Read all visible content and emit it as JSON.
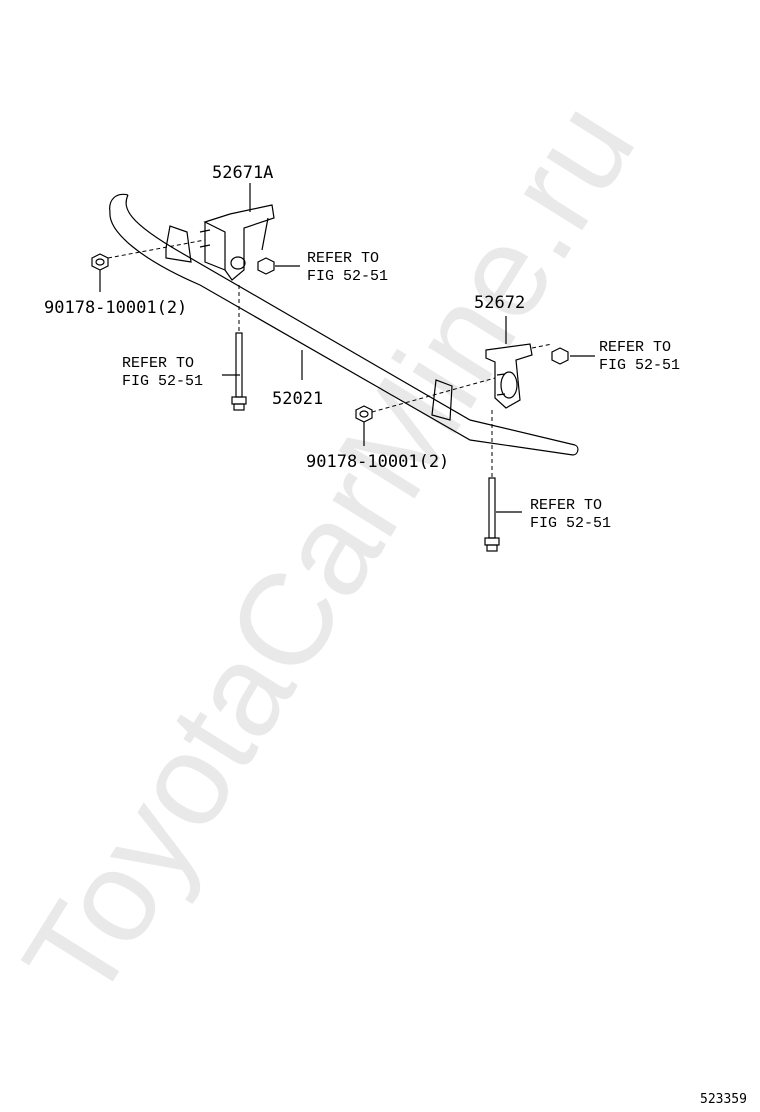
{
  "watermark": "ToyotaCarMine.ru",
  "parts": {
    "bracket_left": "52671A",
    "bracket_right": "52672",
    "crossmember": "52021",
    "nut_left": "90178-10001(2)",
    "nut_right": "90178-10001(2)"
  },
  "refs": {
    "nut_upper_left": {
      "line1": "REFER TO",
      "line2": "FIG 52-51"
    },
    "nut_upper_right": {
      "line1": "REFER TO",
      "line2": "FIG 52-51"
    },
    "bolt_left": {
      "line1": "REFER TO",
      "line2": "FIG 52-51"
    },
    "bolt_right": {
      "line1": "REFER TO",
      "line2": "FIG 52-51"
    }
  },
  "diagram_id": "523359"
}
